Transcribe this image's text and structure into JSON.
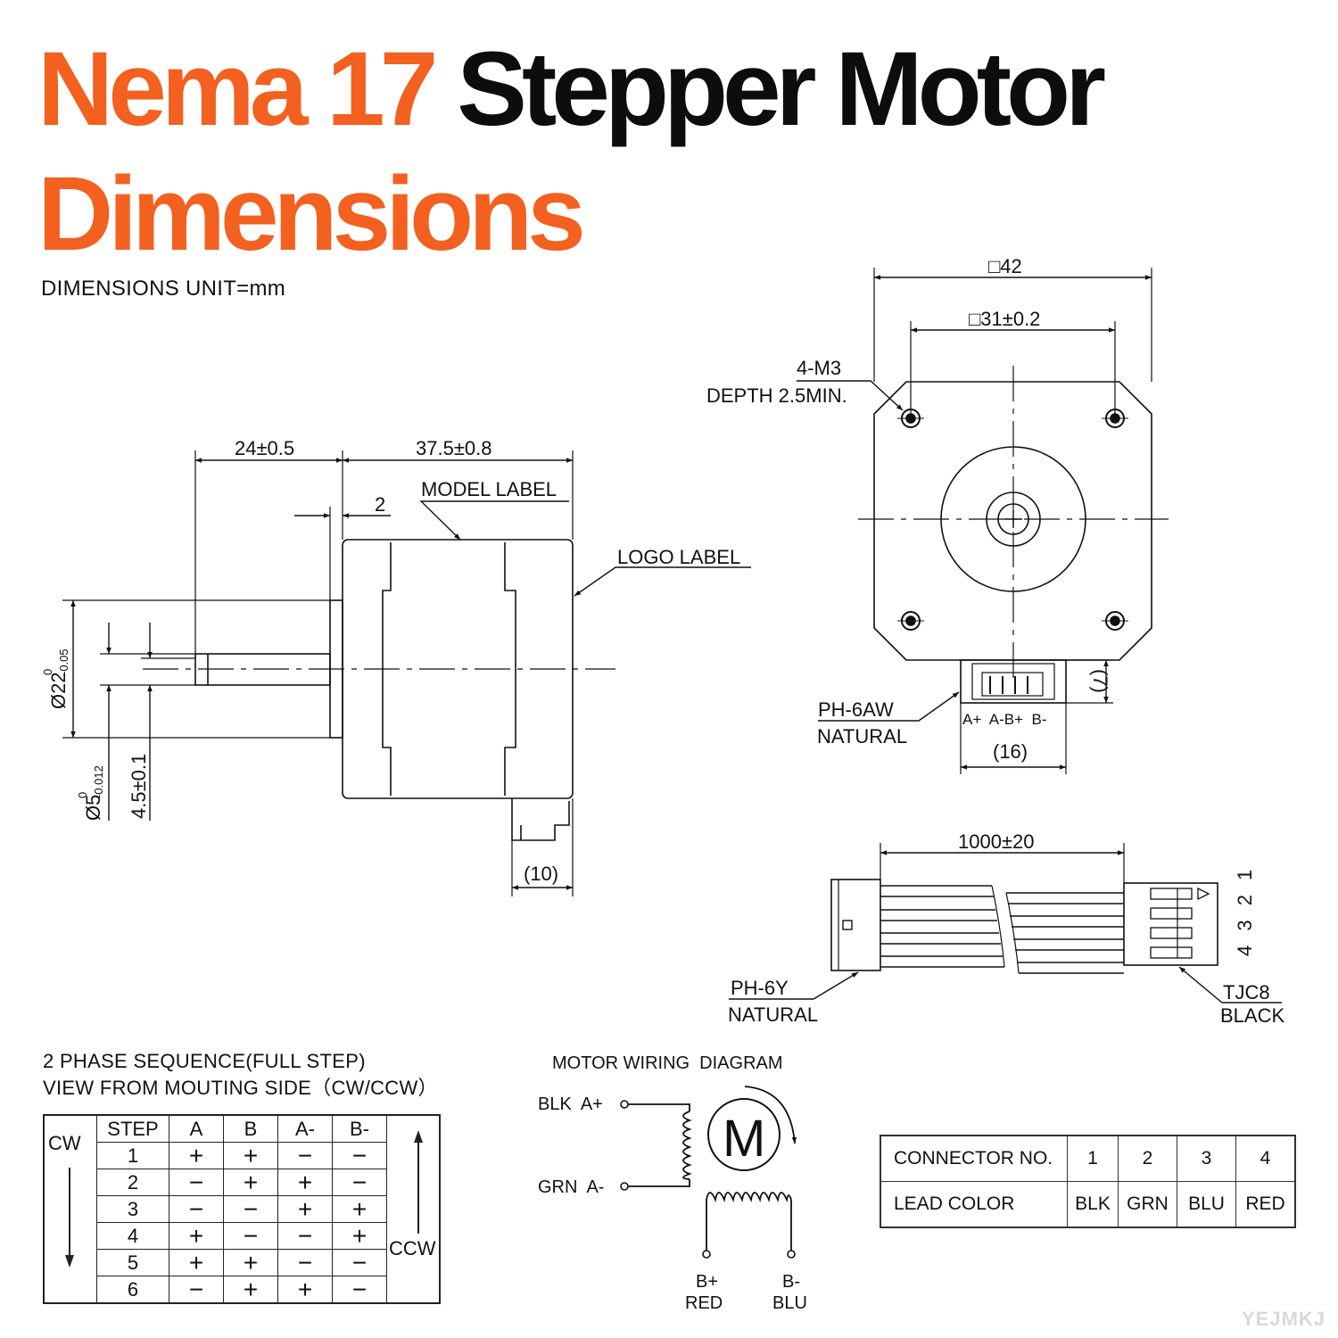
{
  "title": {
    "line1_orange": "Nema 17",
    "line1_black": "Stepper Motor",
    "line2": "Dimensions"
  },
  "units_note": "DIMENSIONS UNIT=mm",
  "side_view": {
    "dim_shaft_length": "24±0.5",
    "dim_body_length": "37.5±0.8",
    "dim_boss": "2",
    "model_label": "MODEL LABEL",
    "logo_label": "LOGO LABEL",
    "dim_boss_dia_base": "Ø22",
    "dim_boss_dia_tol_upper": "0",
    "dim_boss_dia_tol_lower": "-0.05",
    "dim_shaft_dia_base": "Ø5",
    "dim_shaft_dia_tol_upper": "0",
    "dim_shaft_dia_tol_lower": "-0.012",
    "dim_flat": "4.5±0.1",
    "dim_connector": "(10)"
  },
  "front_view": {
    "dim_frame": "□42",
    "dim_holes": "□31±0.2",
    "hole_spec": "4-M3",
    "hole_depth": "DEPTH 2.5MIN.",
    "dim_conn_height": "(7)",
    "connector_part": "PH-6AW",
    "connector_color": "NATURAL",
    "pin_labels": "A+  A-B+  B-",
    "dim_conn_width": "(16)"
  },
  "cable": {
    "length": "1000±20",
    "left_part": "PH-6Y",
    "left_color": "NATURAL",
    "right_part": "TJC8",
    "right_color": "BLACK",
    "pin_numbers": "4 3 2 1"
  },
  "phase_sequence": {
    "title_line1": "2 PHASE SEQUENCE(FULL STEP)",
    "title_line2": "VIEW FROM MOUTING SIDE（CW/CCW）",
    "cw": "CW",
    "ccw": "CCW",
    "headers": [
      "STEP",
      "A",
      "B",
      "A-",
      "B-"
    ],
    "rows": [
      [
        "1",
        "+",
        "+",
        "−",
        "−"
      ],
      [
        "2",
        "−",
        "+",
        "+",
        "−"
      ],
      [
        "3",
        "−",
        "−",
        "+",
        "+"
      ],
      [
        "4",
        "+",
        "−",
        "−",
        "+"
      ],
      [
        "5",
        "+",
        "+",
        "−",
        "−"
      ],
      [
        "6",
        "−",
        "+",
        "+",
        "−"
      ]
    ]
  },
  "wiring": {
    "title": "MOTOR WIRING  DIAGRAM",
    "top_lead": "BLK  A+",
    "bottom_lead": "GRN  A-",
    "motor_symbol": "M",
    "b_plus": "B+",
    "b_plus_color": "RED",
    "b_minus": "B-",
    "b_minus_color": "BLU"
  },
  "connector_table": {
    "row1_label": "CONNECTOR NO.",
    "numbers": [
      "1",
      "2",
      "3",
      "4"
    ],
    "row2_label": "LEAD COLOR",
    "colors": [
      "BLK",
      "GRN",
      "BLU",
      "RED"
    ]
  },
  "watermark": "YEJMKJ",
  "colors": {
    "accent": "#f3601f",
    "ink": "#111111"
  }
}
